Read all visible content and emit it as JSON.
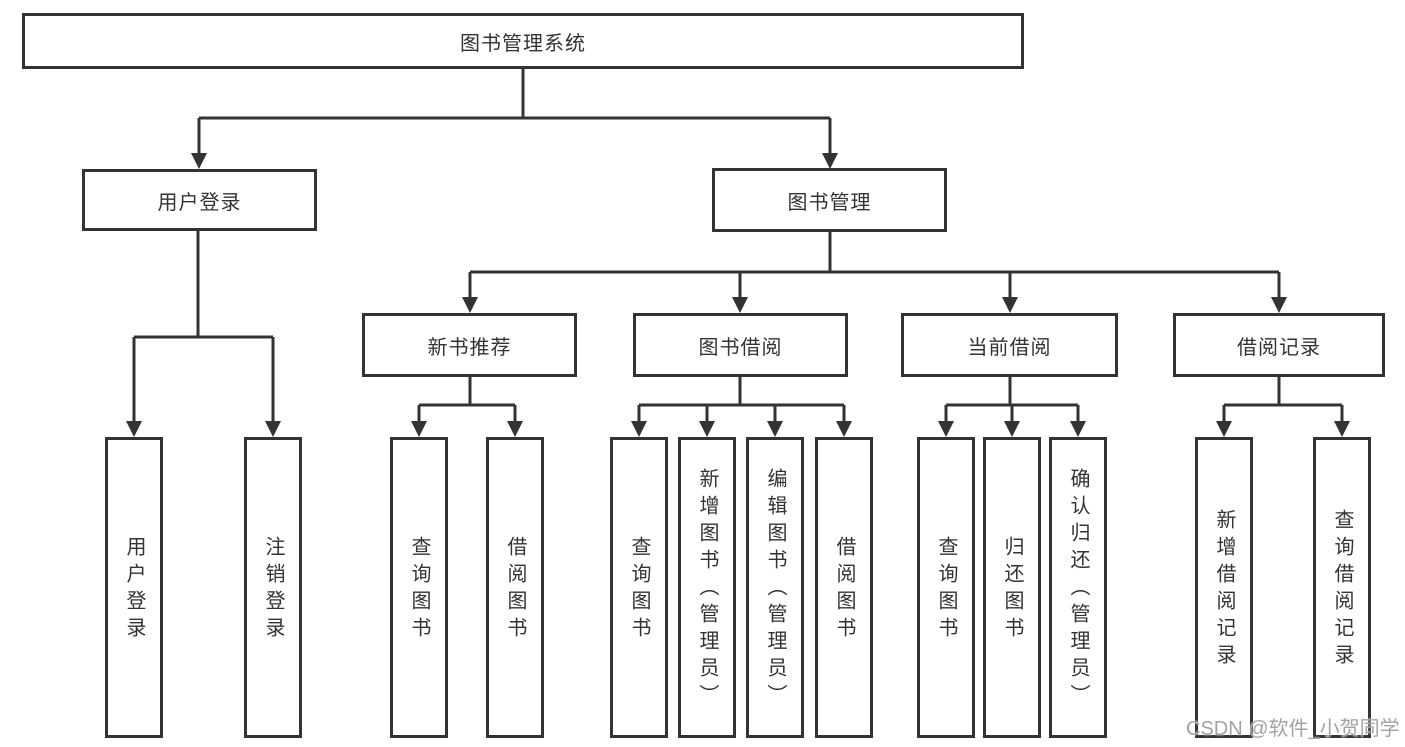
{
  "diagram_title": "图书管理系统",
  "tree": {
    "root": {
      "label": "图书管理系统"
    },
    "children": [
      {
        "label": "用户登录",
        "children": [
          {
            "label": "用户登录"
          },
          {
            "label": "注销登录"
          }
        ]
      },
      {
        "label": "图书管理",
        "children": [
          {
            "label": "新书推荐",
            "children": [
              {
                "label": "查询图书"
              },
              {
                "label": "借阅图书"
              }
            ]
          },
          {
            "label": "图书借阅",
            "children": [
              {
                "label": "查询图书"
              },
              {
                "label": "新增图书（管理员）"
              },
              {
                "label": "编辑图书（管理员）"
              },
              {
                "label": "借阅图书"
              }
            ]
          },
          {
            "label": "当前借阅",
            "children": [
              {
                "label": "查询图书"
              },
              {
                "label": "归还图书"
              },
              {
                "label": "确认归还（管理员）"
              }
            ]
          },
          {
            "label": "借阅记录",
            "children": [
              {
                "label": "新增借阅记录"
              },
              {
                "label": "查询借阅记录"
              }
            ]
          }
        ]
      }
    ]
  },
  "watermark": {
    "text": "CSDN @软件_小贺同学"
  },
  "colors": {
    "line": "#333333",
    "box_border": "#333333",
    "text": "#333333",
    "background": "#ffffff",
    "watermark": "#a3a3a3"
  }
}
